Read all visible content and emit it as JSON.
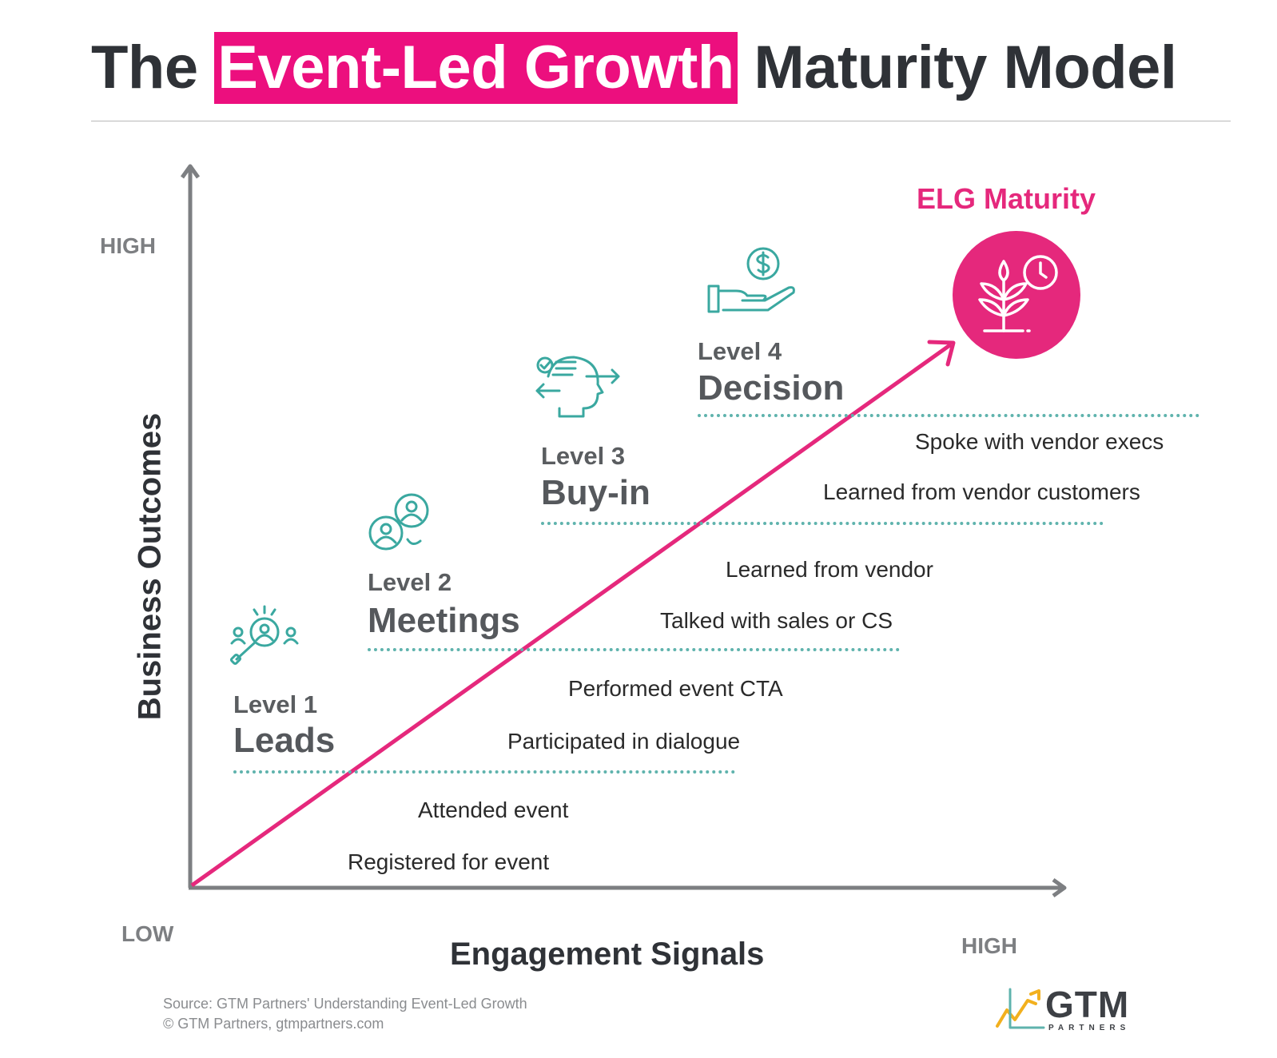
{
  "title": {
    "prefix": "The ",
    "highlight": "Event-Led Growth",
    "suffix": " Maturity Model"
  },
  "axes": {
    "y_title": "Business Outcomes",
    "x_title": "Engagement Signals",
    "y_high": "HIGH",
    "origin_low": "LOW",
    "x_high": "HIGH"
  },
  "levels": [
    {
      "small": "Level 1",
      "name": "Leads",
      "icon": "magnifier-person-icon"
    },
    {
      "small": "Level 2",
      "name": "Meetings",
      "icon": "two-people-icon"
    },
    {
      "small": "Level 3",
      "name": "Buy-in",
      "icon": "head-arrows-icon"
    },
    {
      "small": "Level 4",
      "name": "Decision",
      "icon": "hand-dollar-icon"
    }
  ],
  "signals": [
    "Registered for event",
    "Attended event",
    "Participated in dialogue",
    "Performed event CTA",
    "Talked with sales or CS",
    "Learned from vendor",
    "Learned from vendor customers",
    "Spoke with vendor execs"
  ],
  "goal": {
    "label": "ELG Maturity",
    "icon": "plant-clock-icon"
  },
  "source": {
    "line1": "Source: GTM Partners' Understanding Event-Led Growth",
    "line2": "© GTM Partners, gtmpartners.com"
  },
  "logo": {
    "name": "GTM",
    "sub": "PARTNERS"
  },
  "colors": {
    "accent": "#ec0f7e",
    "teal": "#5fb3ad",
    "axis": "#7d7f82"
  }
}
